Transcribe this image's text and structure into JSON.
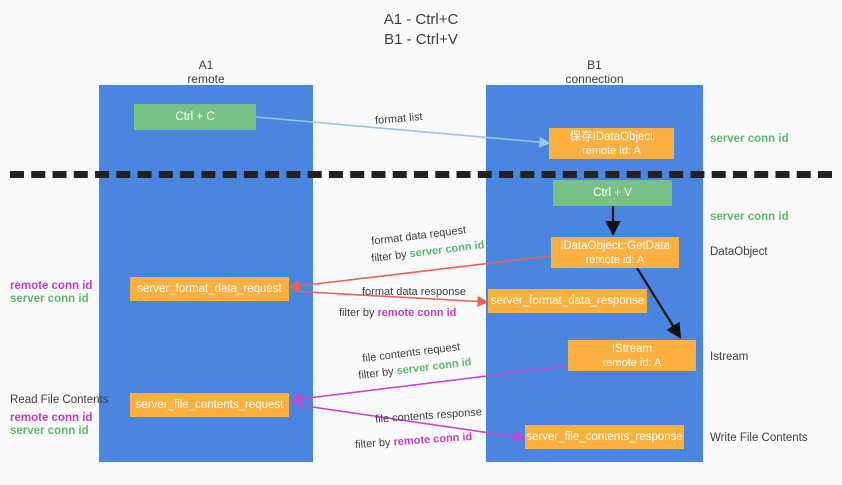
{
  "title": {
    "line1": "A1 - Ctrl+C",
    "line2": "B1 - Ctrl+V"
  },
  "columns": [
    {
      "name": "A1",
      "sub": "remote"
    },
    {
      "name": "B1",
      "sub": "connection"
    }
  ],
  "nodes": {
    "ctrl_c": {
      "label": "Ctrl + C"
    },
    "save_idataobject": {
      "line1": "保存IDataObject",
      "line2": "remote id: A"
    },
    "ctrl_v": {
      "label": "Ctrl + V"
    },
    "getdata": {
      "line1": "IDataObject::GetData",
      "line2": "remote id: A"
    },
    "istream": {
      "line1": "IStream",
      "line2": "remote id: A"
    },
    "fmt_req": {
      "label": "server_format_data_request"
    },
    "fmt_resp": {
      "label": "server_format_data_response"
    },
    "file_req": {
      "label": "server_file_contents_request"
    },
    "file_resp": {
      "label": "server_file_contents_response"
    }
  },
  "right_labels": {
    "server_conn_id_top": "server conn id",
    "server_conn_id_second": "server conn id",
    "dataobject": "DataObject",
    "istream": "Istream",
    "write_file_contents": "Write File Contents"
  },
  "left_labels": {
    "remote_conn_id_1": "remote conn id",
    "server_conn_id_1": "server conn id",
    "read_file_contents": "Read File Contents",
    "remote_conn_id_2": "remote conn id",
    "server_conn_id_2": "server conn id"
  },
  "edges": {
    "format_list": "format list",
    "format_data_request": "format data request",
    "format_data_request_filter_pre": "filter by ",
    "format_data_request_filter_key": "server conn id",
    "format_data_response": "format data response",
    "format_data_response_filter_pre": "filter by ",
    "format_data_response_filter_key": "remote conn id",
    "file_contents_request": "file contents request",
    "file_contents_request_filter_pre": "filter by ",
    "file_contents_request_filter_key": "server conn id",
    "file_contents_response": "file contents response",
    "file_contents_response_filter_pre": "filter by ",
    "file_contents_response_filter_key": "remote conn id"
  },
  "colors": {
    "lane": "#4a86e0",
    "green_node": "#76c183",
    "orange_node": "#fbb040",
    "server_conn": "#5bb96a",
    "remote_conn": "#c13ec1",
    "arrow_light_blue": "#9cc3e8",
    "arrow_red": "#e8615a",
    "arrow_magenta": "#cc44cc",
    "arrow_black": "#111111",
    "background": "#f9f9f9"
  }
}
